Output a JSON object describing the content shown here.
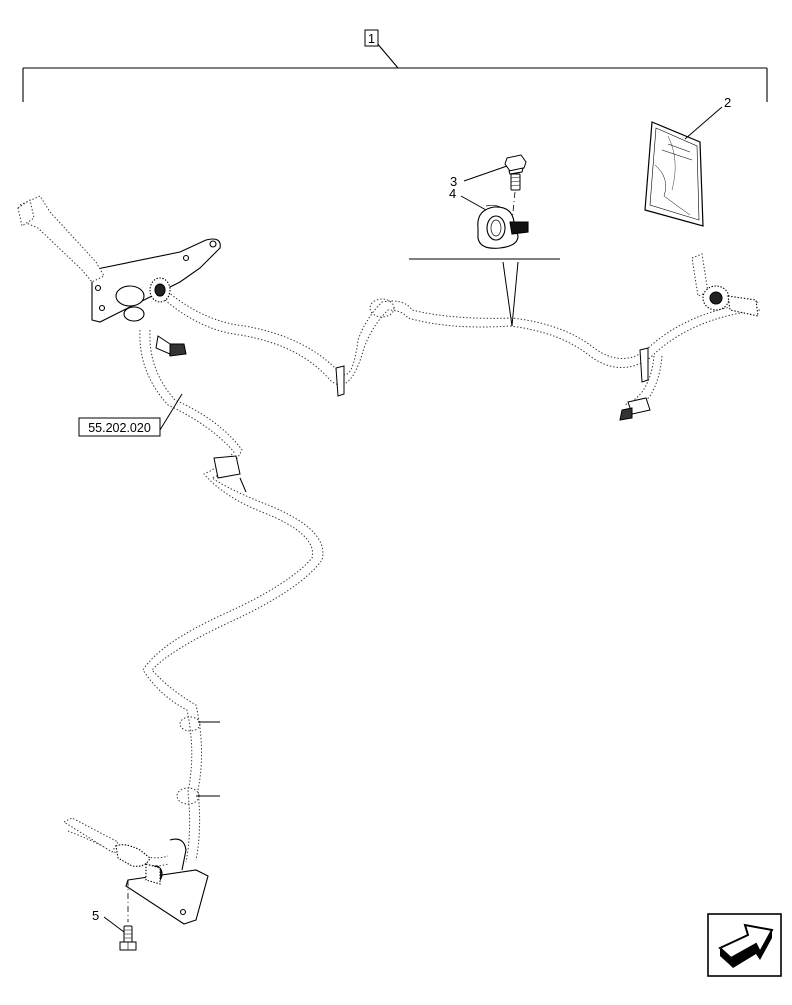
{
  "callouts": {
    "assembly": "1",
    "manual": "2",
    "bolt_top": "3",
    "clip": "4",
    "bolt_bottom": "5"
  },
  "reference_label": "55.202.020",
  "nav": {
    "icon": "next-page-arrow-icon"
  },
  "colors": {
    "line": "#000000",
    "harness": "#333333",
    "background": "#ffffff"
  }
}
